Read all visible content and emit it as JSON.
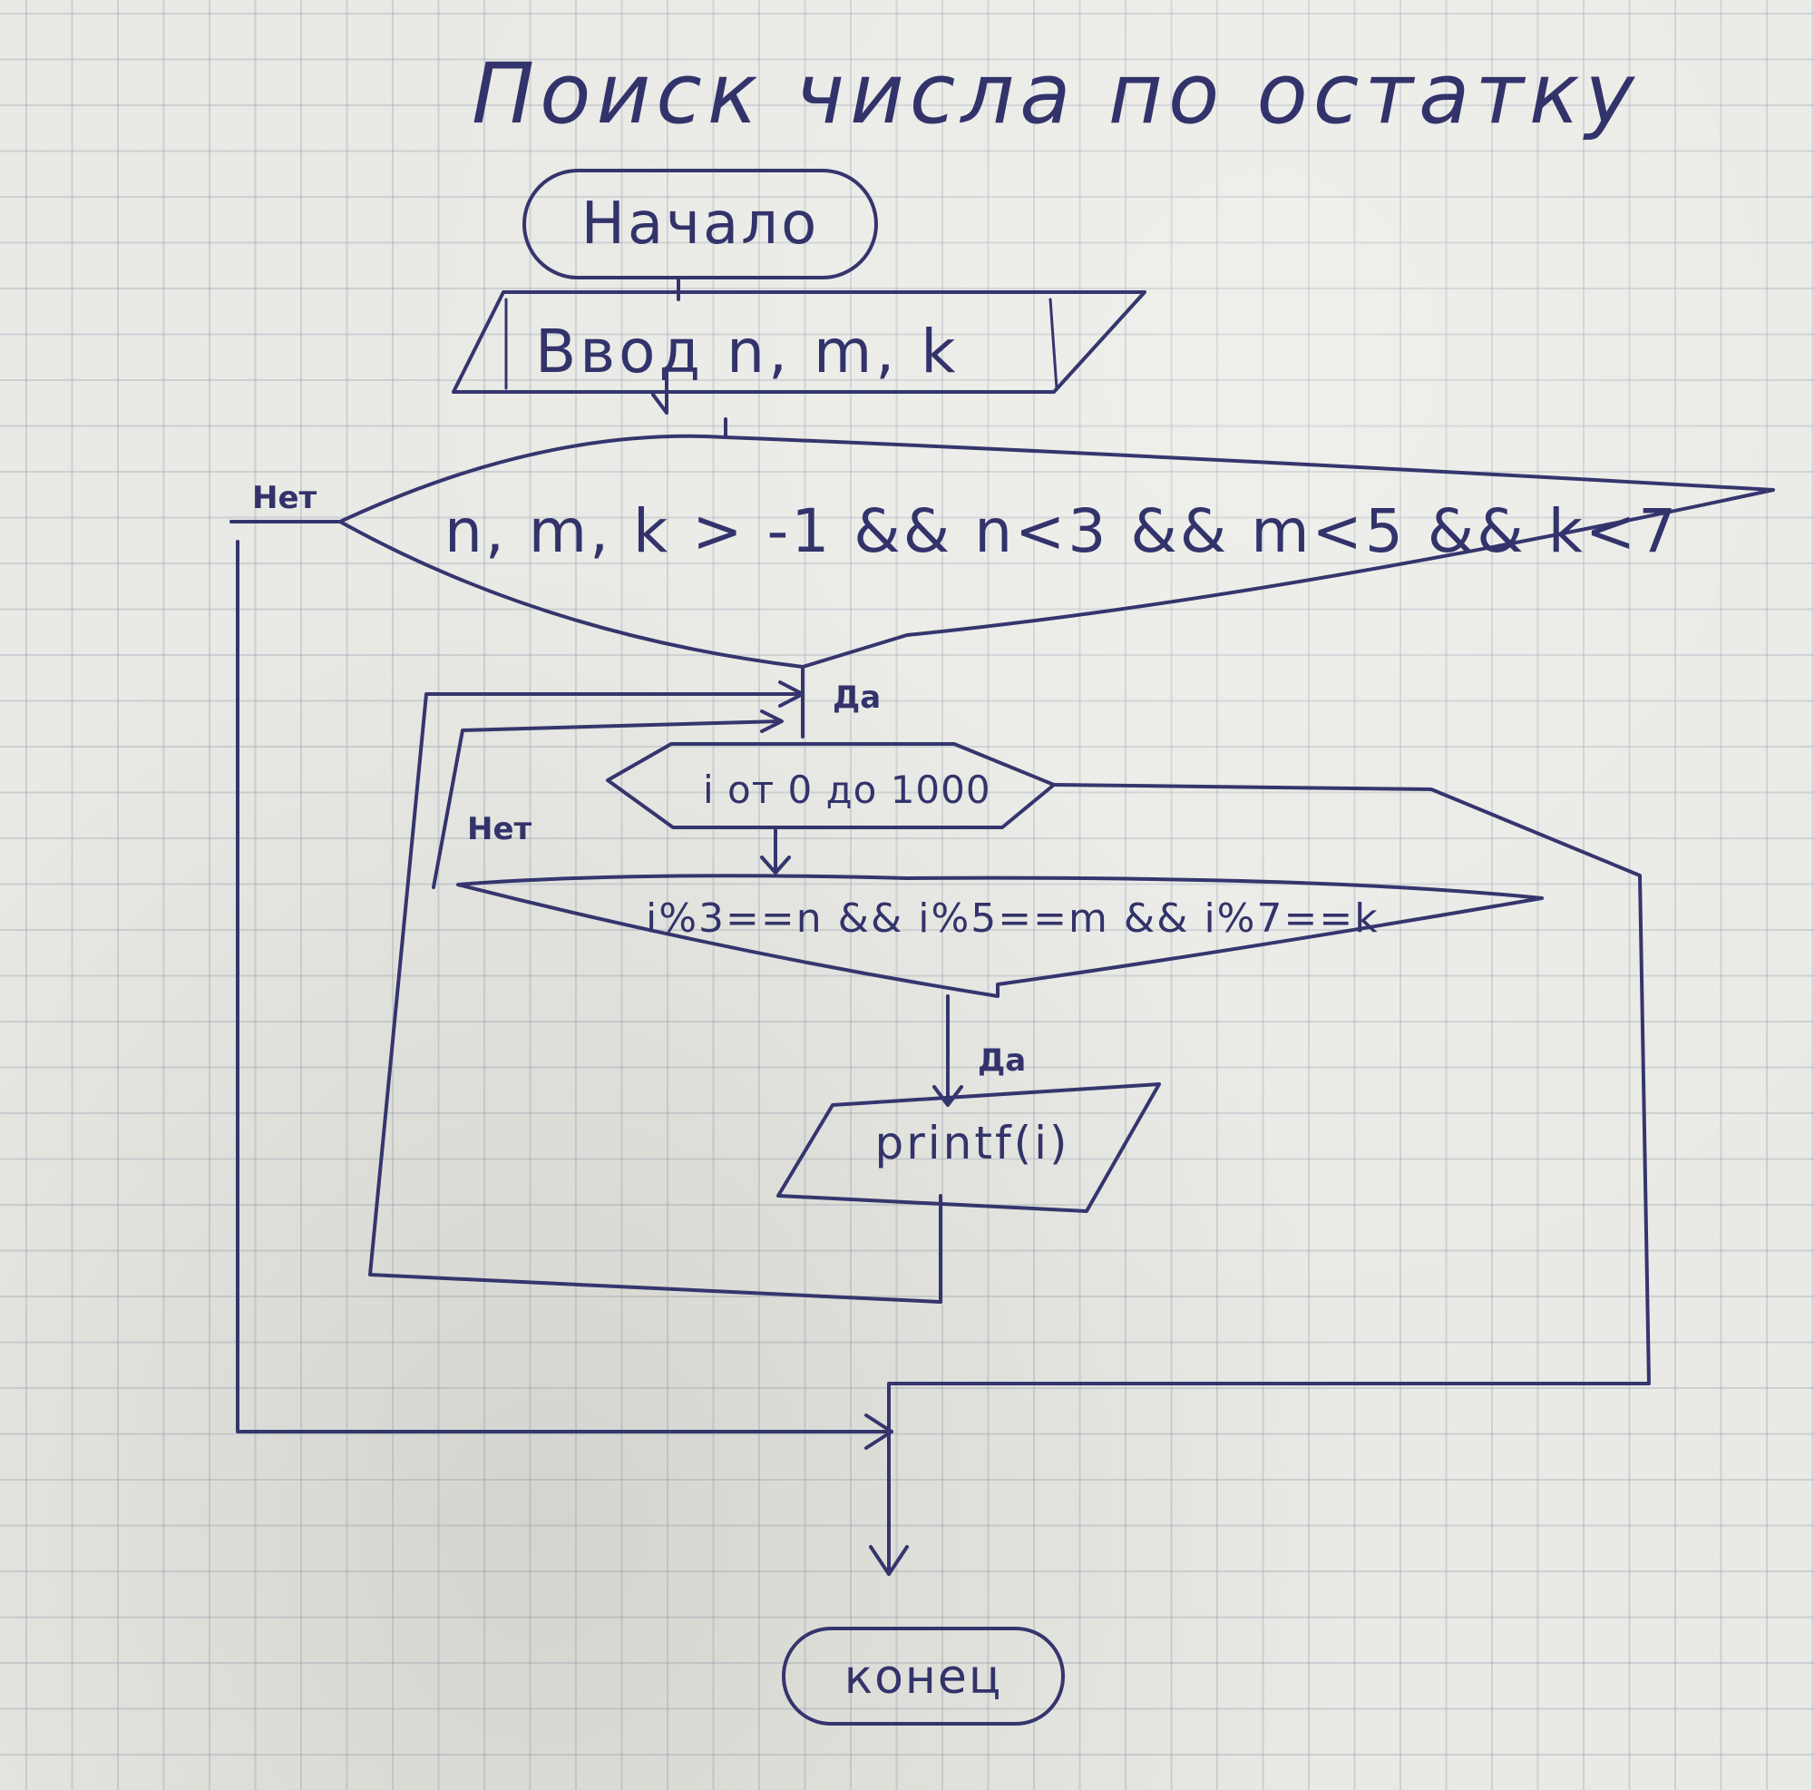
{
  "title": "Поиск числа по остатку",
  "start_label": "Начало",
  "input_label": "Ввод n, m, k",
  "check_condition": "n, m, k > -1 && n<3 && m<5 && k<7",
  "loop_label": "i от 0 до 1000",
  "remainder_condition": "i%3==n && i%5==m && i%7==k",
  "output_label": "printf(i)",
  "yes_label": "Да",
  "no_label": "Нет",
  "end_label": "конец",
  "colors": {
    "ink": "#35356e",
    "paper": "#e9e9e5",
    "grid": "#96a0af"
  }
}
